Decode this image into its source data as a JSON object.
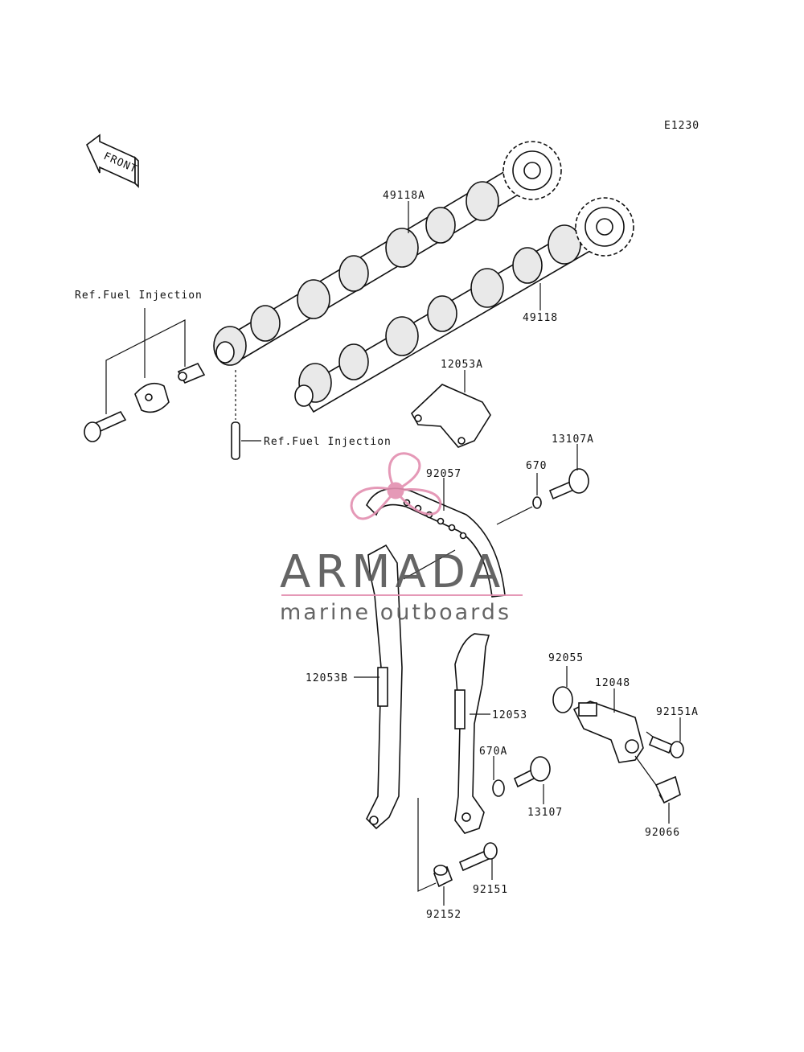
{
  "diagram_code": "E1230",
  "front_arrow": {
    "text": "FRONT",
    "icon": "front-arrow-icon"
  },
  "labels": {
    "cam_a": "49118A",
    "cam_b": "49118",
    "ref_fuel_1": "Ref.Fuel Injection",
    "ref_fuel_2": "Ref.Fuel Injection",
    "guide_a": "12053A",
    "bolt_a": "13107A",
    "oring_670": "670",
    "chain": "92057",
    "guide_b": "12053B",
    "guide": "12053",
    "oring_92055": "92055",
    "tensioner": "12048",
    "bolt_92151a": "92151A",
    "oring_670a": "670A",
    "bolt_13107": "13107",
    "plug_92066": "92066",
    "bolt_92151": "92151",
    "collar_92152": "92152"
  },
  "watermark": {
    "brand": "ARMADA",
    "tagline": "marine outboards",
    "logo": "propeller-logo-icon",
    "brand_color": "#555555",
    "accent_color": "#e38fb0"
  }
}
